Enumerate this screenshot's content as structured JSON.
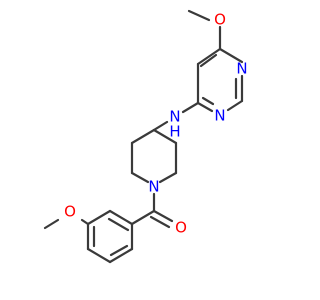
{
  "molecule": {
    "colors": {
      "bond": "#3a3a3a",
      "nitrogen": "#0000ff",
      "oxygen": "#ff0000"
    },
    "labels": {
      "o_methoxy_pyrimidine": "O",
      "n_pyrimidine_1": "N",
      "n_pyrimidine_3": "N",
      "nh_amine": "N",
      "h_amine": "H",
      "n_piperidine": "N",
      "o_carbonyl": "O",
      "o_methoxy_benzene": "O"
    }
  }
}
